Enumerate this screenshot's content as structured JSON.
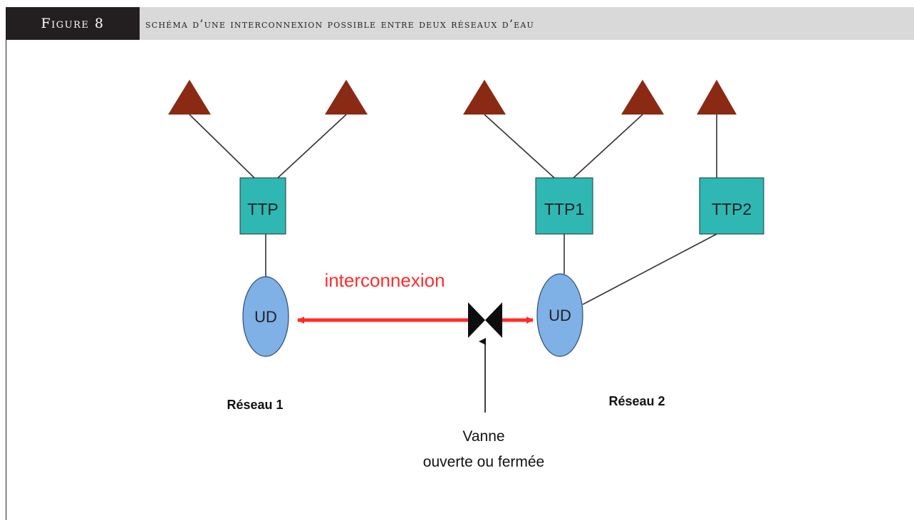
{
  "header": {
    "figure_label": "Figure 8",
    "title": "schéma d’une interconnexion possible entre deux réseaux d’eau"
  },
  "diagram": {
    "network1": {
      "treatment_label": "TTP",
      "distribution_label": "UD",
      "caption": "Réseau 1"
    },
    "network2": {
      "treatment1_label": "TTP1",
      "treatment2_label": "TTP2",
      "distribution_label": "UD",
      "caption": "Réseau 2"
    },
    "interconnection_label": "interconnexion",
    "valve_label_line1": "Vanne",
    "valve_label_line2": "ouverte ou fermée",
    "colors": {
      "source_triangle": "#8b2a14",
      "treatment_box": "#2fb7b3",
      "distribution_ellipse": "#7fb0e6",
      "interconnection": "#ff2b2b",
      "link_line": "#3a3030"
    }
  }
}
